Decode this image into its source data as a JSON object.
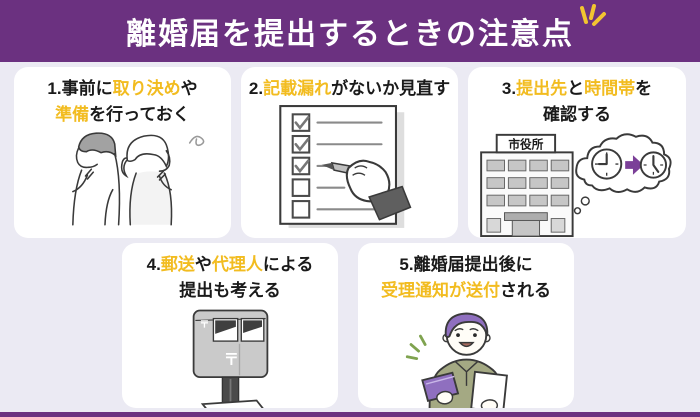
{
  "page": {
    "background_color": "#6B3180",
    "panel_color": "#EBEAF3",
    "card_color": "#FFFFFF",
    "text_color": "#1A1A1A",
    "highlight_color": "#F2BC20",
    "sparkle_color": "#F2C430",
    "arrow_color": "#7B3F98"
  },
  "header": {
    "title": "離婚届を提出するときの注意点",
    "sparkle_icon": "three-ray-shine"
  },
  "cards": [
    {
      "id": "advance-arrangements",
      "illustration": "couple-thinking",
      "line1": [
        {
          "text": "1.事前に",
          "highlight": false
        },
        {
          "text": "取り決め",
          "highlight": true
        },
        {
          "text": "や",
          "highlight": false
        }
      ],
      "line2": [
        {
          "text": "準備",
          "highlight": true
        },
        {
          "text": "を行っておく",
          "highlight": false
        }
      ]
    },
    {
      "id": "check-omissions",
      "illustration": "checklist-with-pen",
      "line1": [
        {
          "text": "2.",
          "highlight": false
        },
        {
          "text": "記載漏れ",
          "highlight": true
        },
        {
          "text": "がないか見直す",
          "highlight": false
        }
      ]
    },
    {
      "id": "confirm-office-and-hours",
      "illustration": "city-hall-and-clocks",
      "sign_text": "市役所",
      "line1": [
        {
          "text": "3.",
          "highlight": false
        },
        {
          "text": "提出先",
          "highlight": true
        },
        {
          "text": "と",
          "highlight": false
        },
        {
          "text": "時間帯",
          "highlight": true
        },
        {
          "text": "を",
          "highlight": false
        }
      ],
      "line2": [
        {
          "text": "確認する",
          "highlight": false
        }
      ]
    },
    {
      "id": "mail-or-proxy-submission",
      "illustration": "postbox",
      "postal_mark_small": "〒",
      "postal_mark_large": "〒",
      "line1": [
        {
          "text": "4.",
          "highlight": false
        },
        {
          "text": "郵送",
          "highlight": true
        },
        {
          "text": "や",
          "highlight": false
        },
        {
          "text": "代理人",
          "highlight": true
        },
        {
          "text": "による",
          "highlight": false
        }
      ],
      "line2": [
        {
          "text": "提出も考える",
          "highlight": false
        }
      ]
    },
    {
      "id": "acceptance-notice-mailed",
      "illustration": "person-with-documents",
      "line1": [
        {
          "text": "5.離婚届提出後に",
          "highlight": false
        }
      ],
      "line2": [
        {
          "text": "受理通知が送付",
          "highlight": true
        },
        {
          "text": "される",
          "highlight": false
        }
      ]
    }
  ]
}
